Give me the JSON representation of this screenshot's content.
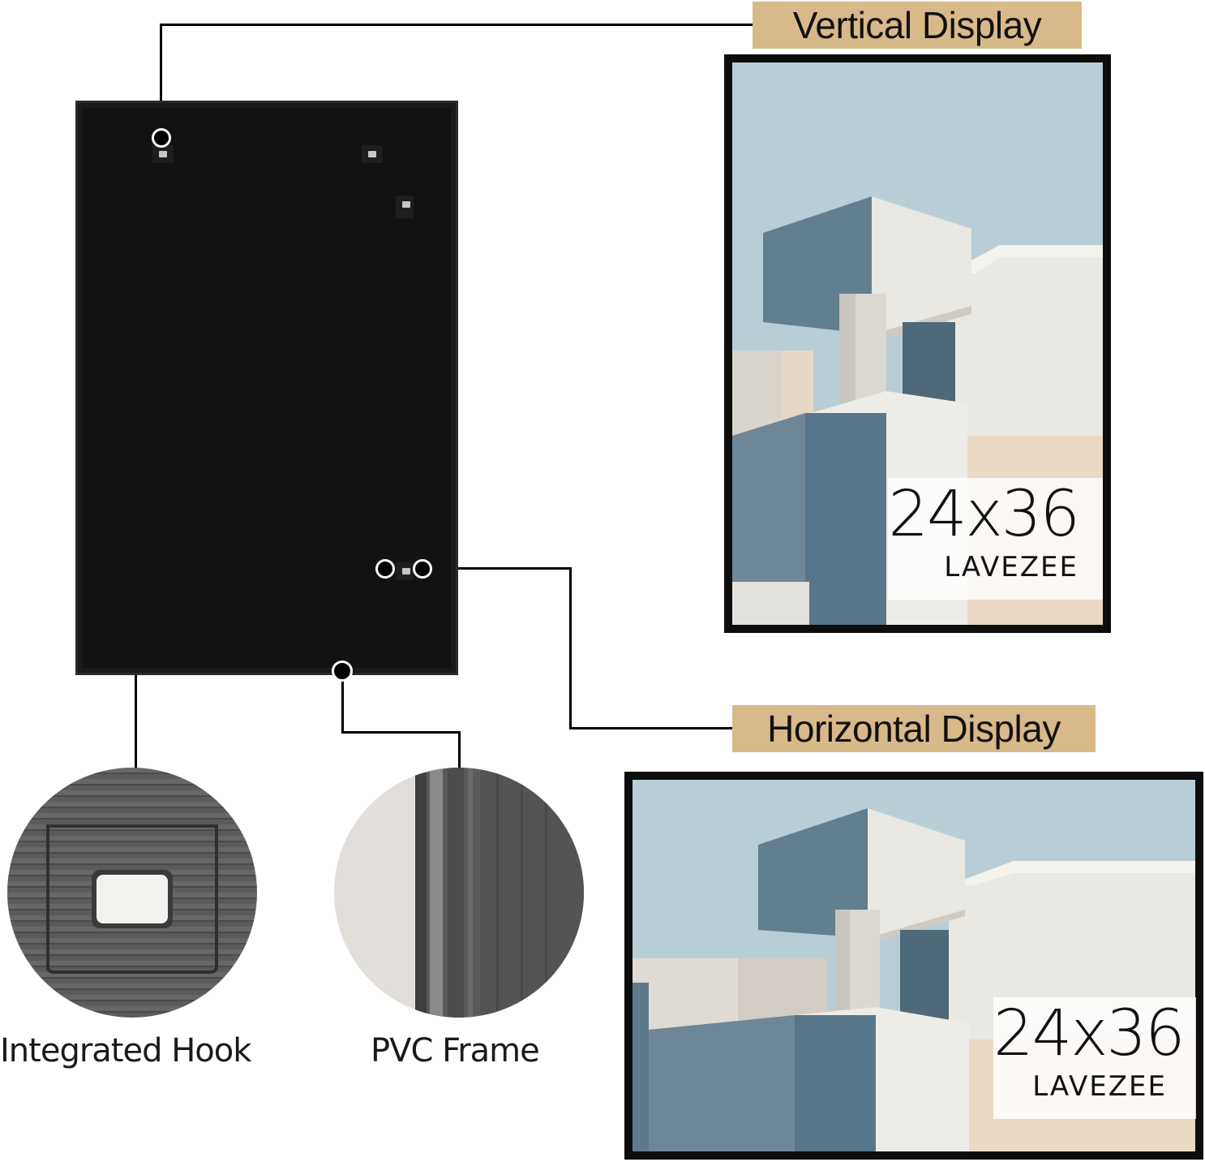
{
  "labels": {
    "vertical": "Vertical Display",
    "horizontal": "Horizontal Display",
    "hook": "Integrated Hook",
    "frame": "PVC Frame"
  },
  "vertical_display": {
    "size": "24x36",
    "brand": "LAVEZEE"
  },
  "horizontal_display": {
    "size": "24x36",
    "brand": "LAVEZEE"
  },
  "colors": {
    "label_bg": "#d8b98a",
    "frame": "#0d0d0d",
    "backing": "#121212",
    "sky": "#b7ccd6",
    "wall_blue": "#5d7a8a",
    "wall_white": "#ecebe6",
    "wall_sand": "#e6d6c4"
  },
  "icons": {
    "hook": "integrated-hook-icon",
    "frame_edge": "pvc-frame-edge-icon"
  }
}
